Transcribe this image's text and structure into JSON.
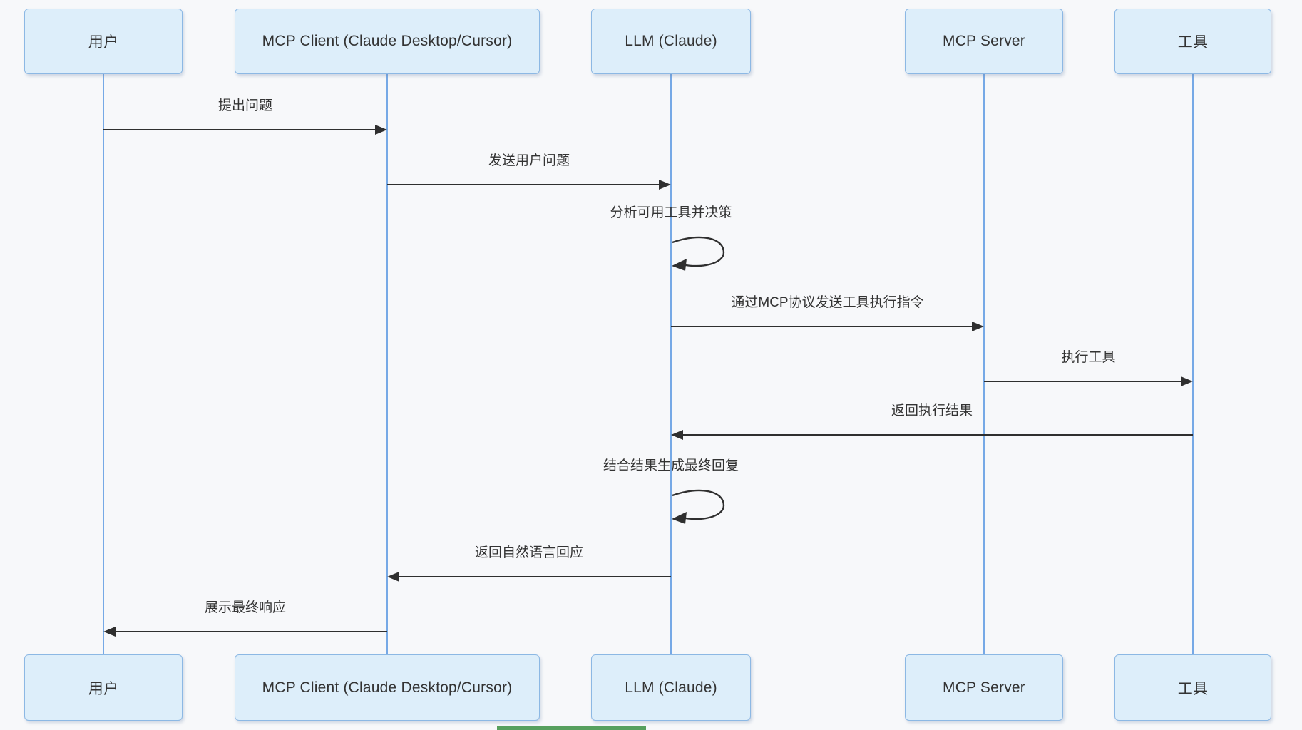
{
  "diagram": {
    "type": "sequence-diagram",
    "actors": [
      {
        "id": "user",
        "label": "用户"
      },
      {
        "id": "client",
        "label": "MCP Client (Claude Desktop/Cursor)"
      },
      {
        "id": "llm",
        "label": "LLM (Claude)"
      },
      {
        "id": "server",
        "label": "MCP Server"
      },
      {
        "id": "tool",
        "label": "工具"
      }
    ],
    "messages": [
      {
        "from": "user",
        "to": "client",
        "label": "提出问题",
        "kind": "solid"
      },
      {
        "from": "client",
        "to": "llm",
        "label": "发送用户问题",
        "kind": "solid"
      },
      {
        "from": "llm",
        "to": "llm",
        "label": "分析可用工具并决策",
        "kind": "self"
      },
      {
        "from": "llm",
        "to": "server",
        "label": "通过MCP协议发送工具执行指令",
        "kind": "solid"
      },
      {
        "from": "server",
        "to": "tool",
        "label": "执行工具",
        "kind": "solid"
      },
      {
        "from": "tool",
        "to": "llm",
        "label": "返回执行结果",
        "kind": "solid"
      },
      {
        "from": "llm",
        "to": "llm",
        "label": "结合结果生成最终回复",
        "kind": "self"
      },
      {
        "from": "llm",
        "to": "client",
        "label": "返回自然语言回应",
        "kind": "solid"
      },
      {
        "from": "client",
        "to": "user",
        "label": "展示最终响应",
        "kind": "solid"
      }
    ],
    "colors": {
      "actor_fill": "#ddeefa",
      "actor_border": "#8cb8e4",
      "lifeline": "#76a9e6",
      "arrow": "#2f2f2f",
      "text": "#333333",
      "background": "#f7f8fa",
      "partial_bar": "#57a05e"
    }
  }
}
